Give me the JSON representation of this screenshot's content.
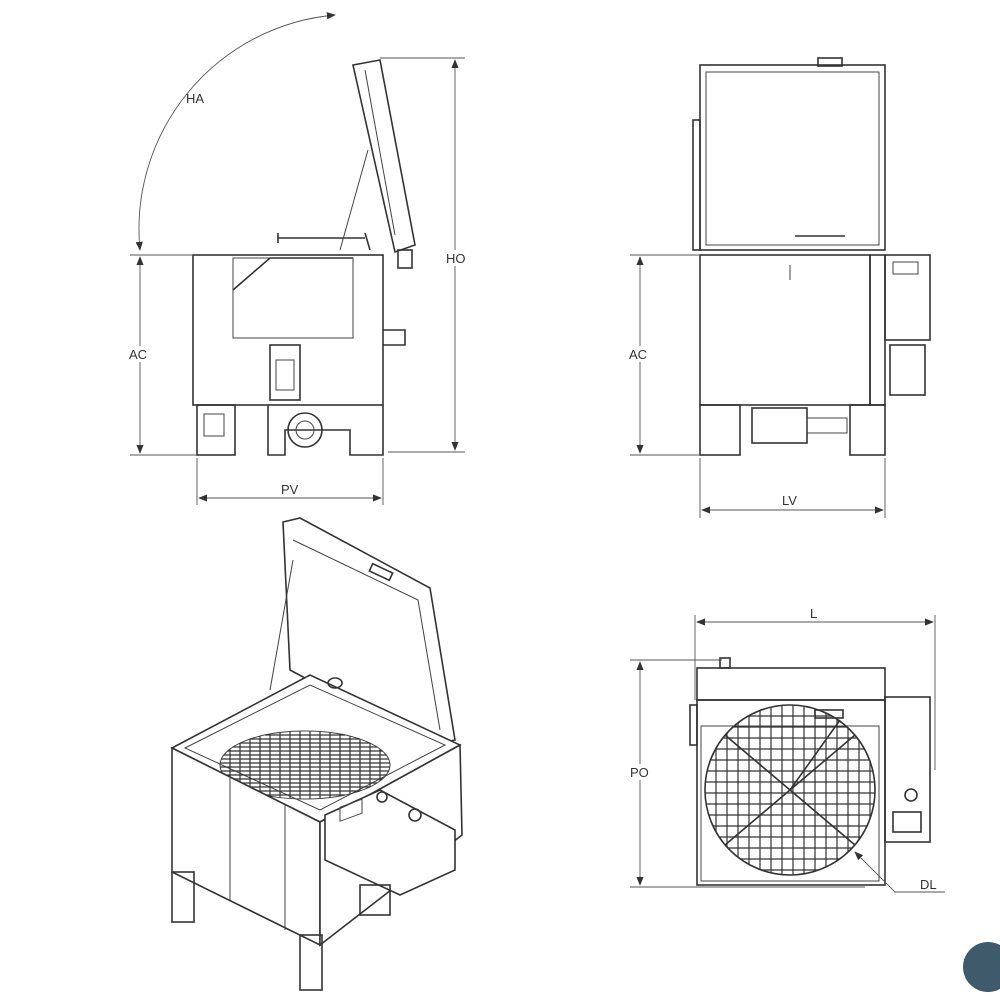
{
  "labels": {
    "side_view": {
      "hinge_angle": "HA",
      "height_open": "HO",
      "working_height": "AC",
      "depth": "PV"
    },
    "front_view": {
      "working_height": "AC",
      "width": "LV"
    },
    "top_view": {
      "length": "L",
      "depth_open": "PO",
      "basket_diameter": "DL"
    }
  },
  "colors": {
    "line": "#333333",
    "corner_badge": "#3e5a6b"
  }
}
